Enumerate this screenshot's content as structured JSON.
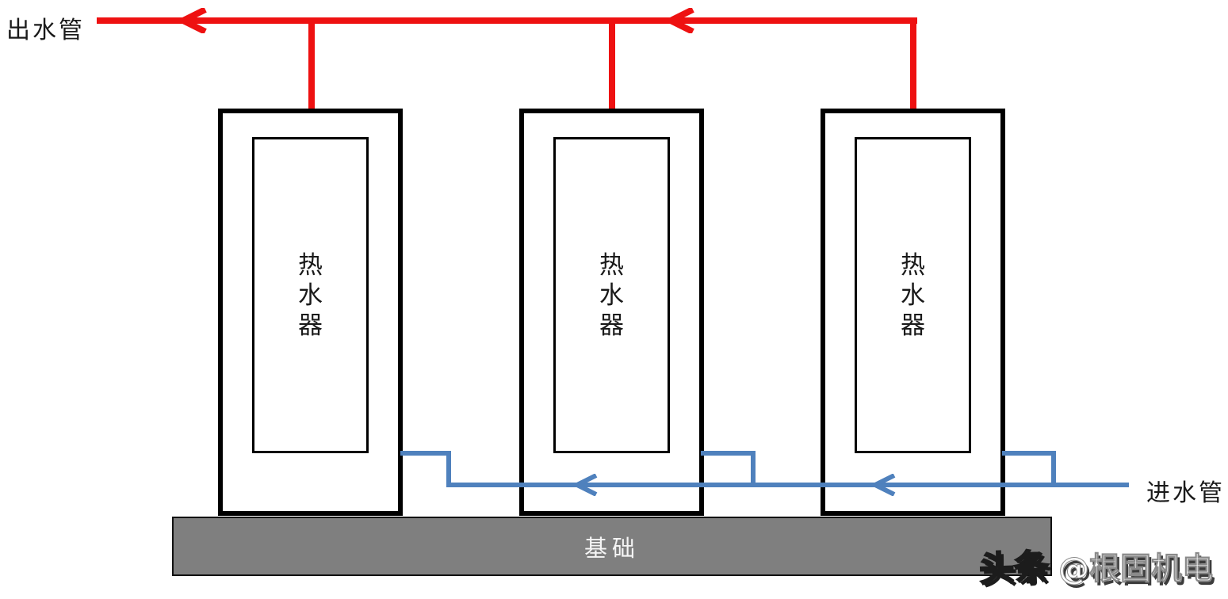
{
  "colors": {
    "outlet_pipe": "#ee1111",
    "inlet_pipe": "#4f81bd",
    "base_fill": "#7f7f7f",
    "outline": "#000000"
  },
  "pipes": {
    "outlet": {
      "label": "出水管",
      "direction": "left"
    },
    "inlet": {
      "label": "进水管",
      "direction": "left"
    }
  },
  "heaters": [
    {
      "label": "热\n水\n器"
    },
    {
      "label": "热\n水\n器"
    },
    {
      "label": "热\n水\n器"
    }
  ],
  "base": {
    "label": "基础"
  },
  "watermark": {
    "brand": "头条",
    "handle": "@根固机电"
  }
}
